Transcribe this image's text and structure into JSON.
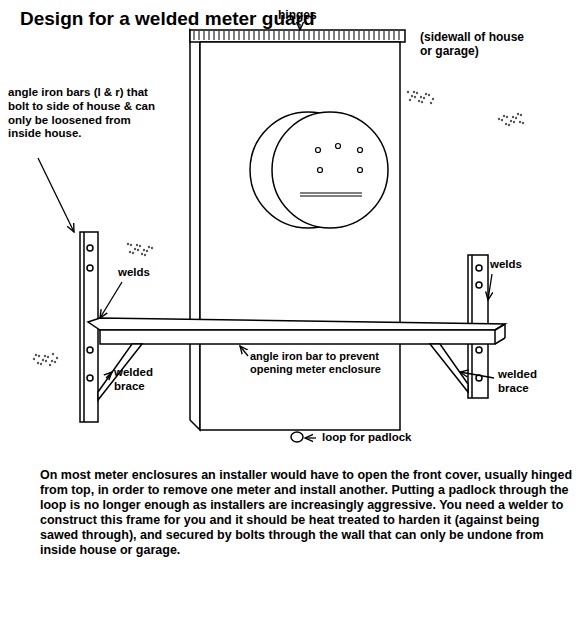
{
  "diagram": {
    "title": "Design for a welded meter guard",
    "labels": [
      "hinges",
      "(sidewall of house or garage)",
      "angle iron bars (l & r) that bolt to side of house & can only be loosened from inside house.",
      "welds",
      "welds",
      "welded brace",
      "welded brace",
      "angle iron bar to prevent opening meter enclosure",
      "loop for padlock",
      "On most meter enclosures an installer would have to open the front cover, usually hinged from top, in order to remove one meter and install another.  Putting a padlock through the loop is no longer enough as installers are increasingly aggressive.  You need a welder to construct this frame for you and it should be heat treated to harden it (against being sawed through), and secured by bolts through the wall that can only be undone from inside house or garage."
    ]
  }
}
